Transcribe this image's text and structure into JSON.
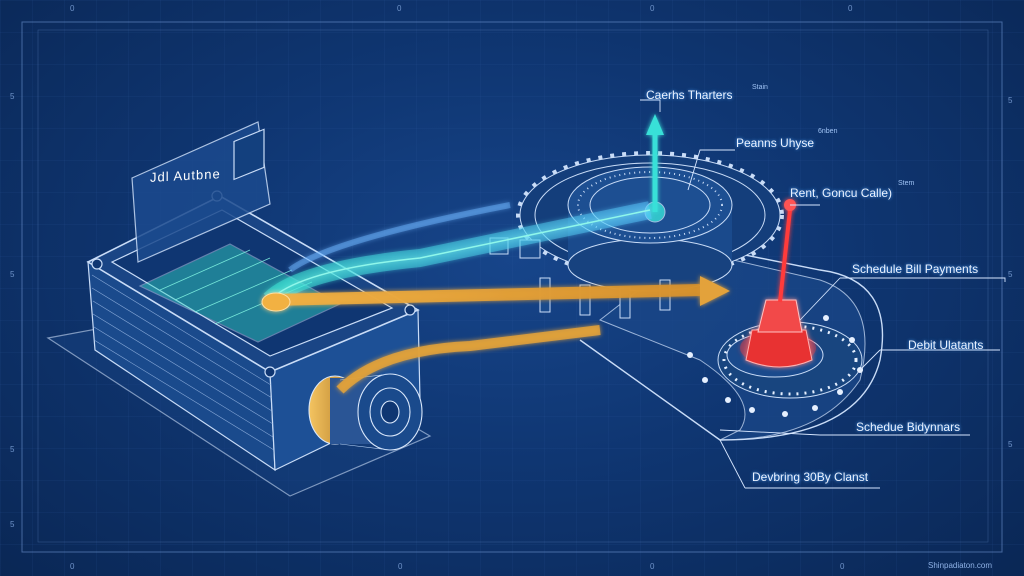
{
  "colors": {
    "background": "#0f3672",
    "line": "#b7d2f5",
    "cyan_flow": "#38e0d8",
    "orange_flow": "#e3a23a",
    "red_flow": "#ff3b3b"
  },
  "panel_text": "Jdl Autbne",
  "labels": [
    {
      "text": "Caerhs Tharters",
      "sub": "Stain"
    },
    {
      "text": "Peanns Uhyse",
      "sub": "6nben"
    },
    {
      "text": "Rent, Goncu Calle)",
      "sub": "Stem"
    },
    {
      "text": "Schedule Bill Payments",
      "sub": ""
    },
    {
      "text": "Debit Ulatants",
      "sub": ""
    },
    {
      "text": "Schedue Bidynnars",
      "sub": ""
    },
    {
      "text": "Devbring 30By Clanst",
      "sub": ""
    }
  ],
  "edge_marks": {
    "top": [
      "0",
      "0",
      "0",
      "0"
    ],
    "left": [
      "5",
      "5",
      "5",
      "5"
    ],
    "right": [
      "5",
      "5",
      "5"
    ],
    "bottom": [
      "0",
      "0",
      "0",
      "0"
    ]
  },
  "watermark": "Shinpadiaton.com"
}
